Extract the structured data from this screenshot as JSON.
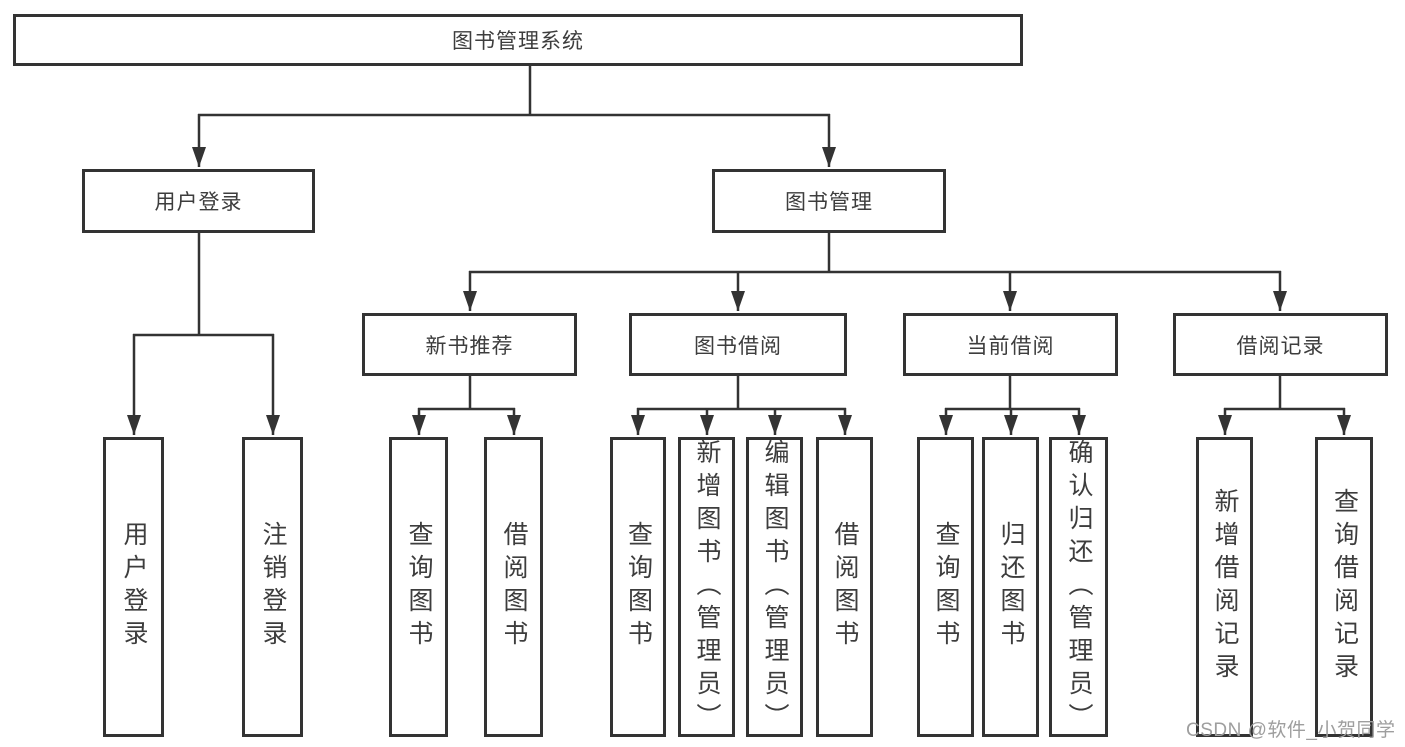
{
  "diagram": {
    "title": "图书管理系统",
    "level2": {
      "user_login": "用户登录",
      "book_mgmt": "图书管理"
    },
    "level3": {
      "new_books": "新书推荐",
      "book_borrow": "图书借阅",
      "current_borrow": "当前借阅",
      "borrow_records": "借阅记录"
    },
    "leaves": {
      "user_login": [
        "用户登录",
        "注销登录"
      ],
      "new_books": [
        "查询图书",
        "借阅图书"
      ],
      "book_borrow": [
        "查询图书",
        "新增图书（管理员）",
        "编辑图书（管理员）",
        "借阅图书"
      ],
      "current_borrow": [
        "查询图书",
        "归还图书",
        "确认归还（管理员）"
      ],
      "borrow_records": [
        "新增借阅记录",
        "查询借阅记录"
      ]
    }
  },
  "watermark": "CSDN @软件_小贺同学",
  "colors": {
    "line": "#333333",
    "box_border": "#333333",
    "text": "#3d3d3d",
    "watermark": "#9e9e9e",
    "background": "#ffffff"
  }
}
